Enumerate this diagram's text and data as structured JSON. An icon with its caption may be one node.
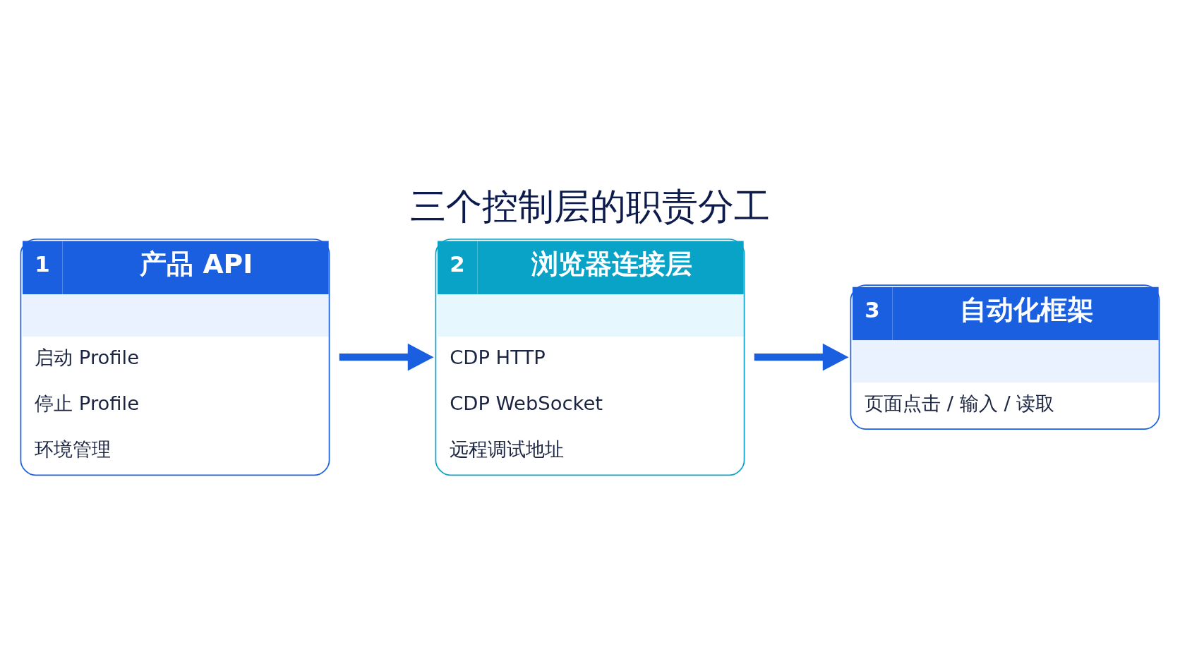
{
  "diagram": {
    "title": "三个控制层的职责分工",
    "nodes": [
      {
        "text": [
          "1",
          "产品 API",
          "启动 Profile",
          "停止 Profile",
          "环境管理"
        ]
      },
      {
        "text": [
          "2",
          "浏览器连接层",
          "CDP HTTP",
          "CDP WebSocket",
          "远程调试地址"
        ]
      },
      {
        "text": [
          "3",
          "自动化框架",
          "页面点击 / 输入 / 读取"
        ]
      }
    ],
    "edges": [
      {
        "from": 0,
        "to": 1,
        "arrow": "to"
      },
      {
        "from": 1,
        "to": 2,
        "arrow": "to"
      }
    ]
  }
}
